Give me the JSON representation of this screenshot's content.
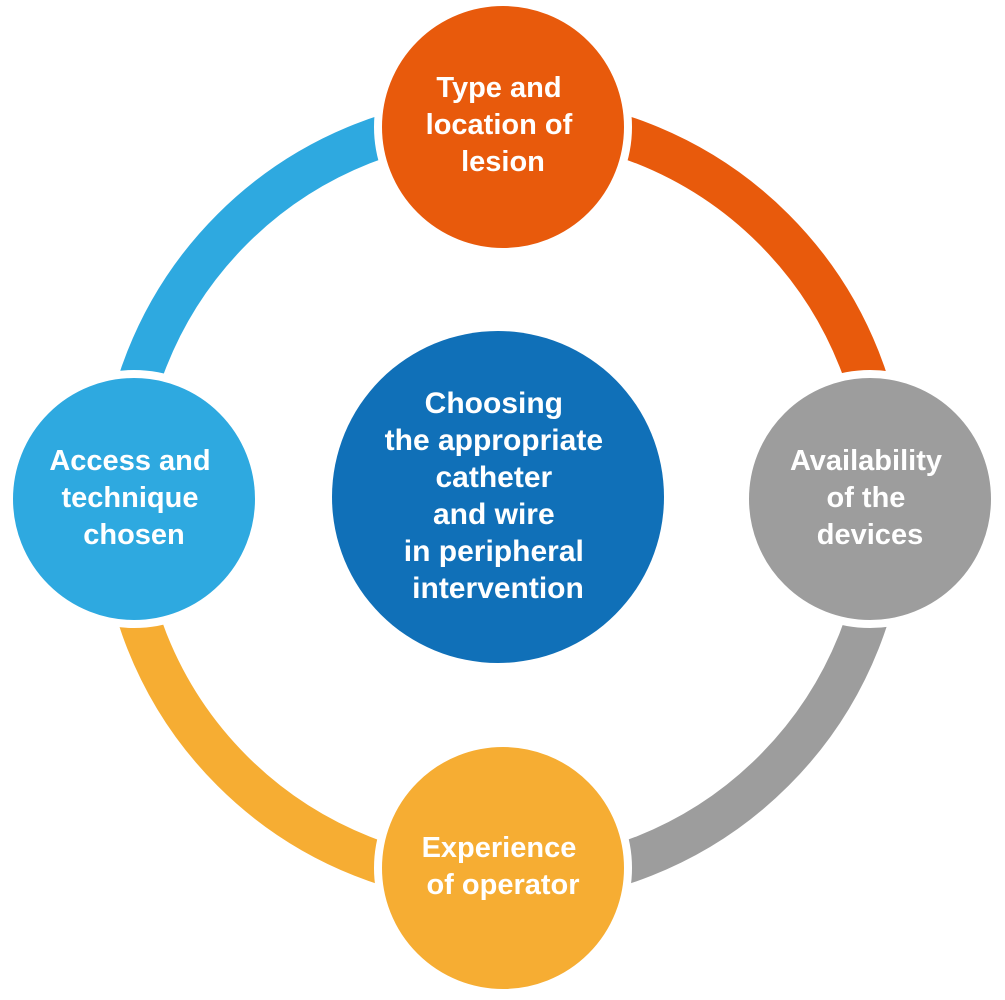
{
  "center": {
    "lines": [
      "Choosing",
      "the appropriate",
      "catheter",
      "and wire",
      "in peripheral",
      "intervention"
    ],
    "color": "#1070b8"
  },
  "nodes": {
    "top": {
      "lines": [
        "Type and",
        "location of",
        "lesion"
      ],
      "color": "#e85a0c"
    },
    "right": {
      "lines": [
        "Availability",
        "of the",
        "devices"
      ],
      "color": "#9d9d9d"
    },
    "bottom": {
      "lines": [
        "Experience",
        "of operator"
      ],
      "color": "#f6ad33"
    },
    "left": {
      "lines": [
        "Access and",
        "technique",
        "chosen"
      ],
      "color": "#2ea9e0"
    }
  },
  "ring": {
    "top_right_color": "#e85a0c",
    "right_bottom_color": "#9d9d9d",
    "bottom_left_color": "#f6ad33",
    "left_top_color": "#2ea9e0"
  }
}
